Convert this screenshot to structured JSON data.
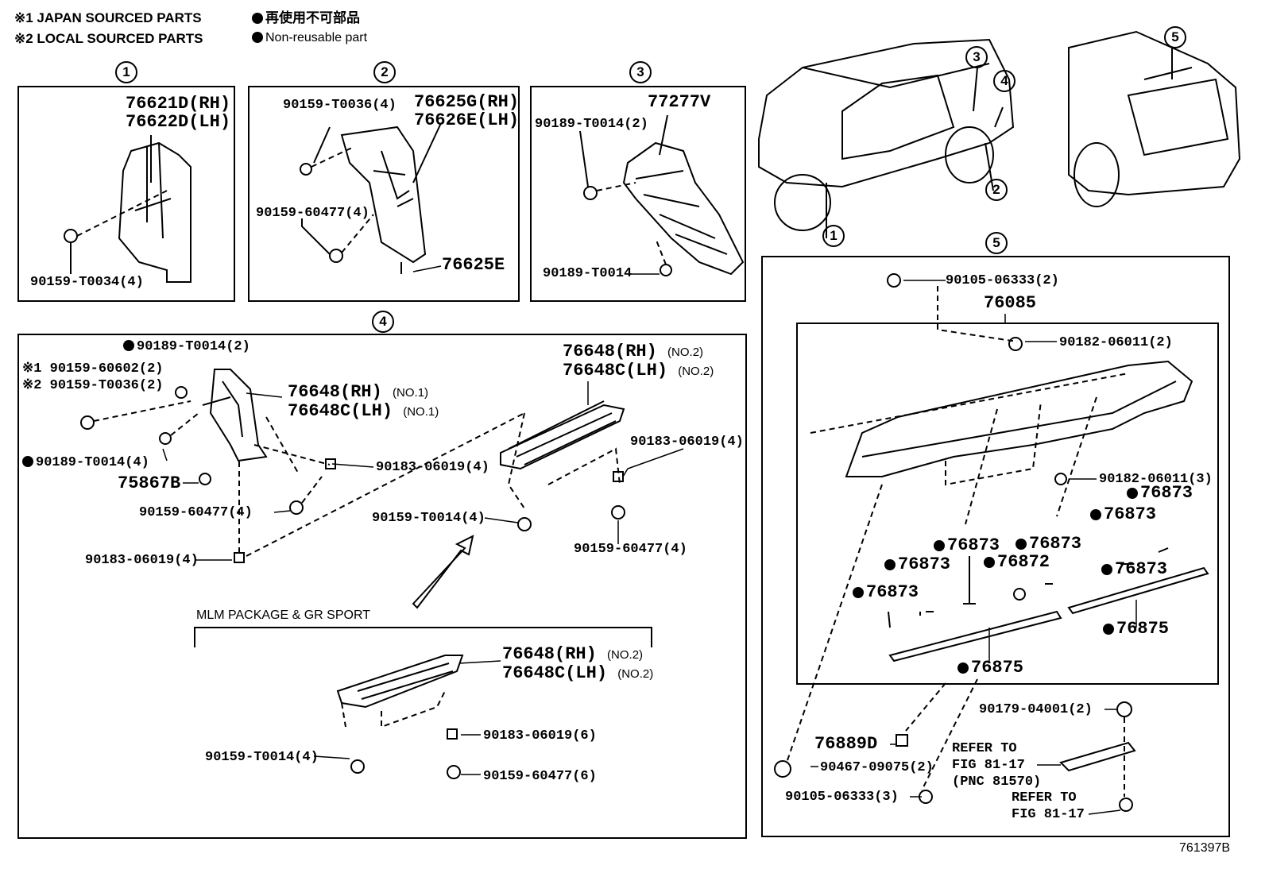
{
  "legend": {
    "note1": "※1  JAPAN SOURCED PARTS",
    "note2": "※2  LOCAL SOURCED PARTS",
    "nonreuse_jp": "再使用不可部品",
    "nonreuse_en": "Non-reusable part"
  },
  "markers": {
    "m1": "1",
    "m2": "2",
    "m3": "3",
    "m4": "4",
    "m5": "5"
  },
  "panel1": {
    "p_rh": "76621D(RH)",
    "p_lh": "76622D(LH)",
    "bolt": "90159-T0034(4)"
  },
  "panel2": {
    "bolt_a": "90159-T0036(4)",
    "p_rh": "76625G(RH)",
    "p_lh": "76626E(LH)",
    "bolt_b": "90159-60477(4)",
    "clip": "76625E"
  },
  "panel3": {
    "part": "77277V",
    "clip_a": "90189-T0014(2)",
    "clip_b": "90189-T0014"
  },
  "panel4": {
    "clip_top": "90189-T0014(2)",
    "j_bolt": "※1 90159-60602(2)",
    "l_bolt": "※2 90159-T0036(2)",
    "no1_rh": "76648(RH)",
    "no1_rh_sub": "(NO.1)",
    "no1_lh": "76648C(LH)",
    "no1_lh_sub": "(NO.1)",
    "clip_mid": "90189-T0014(4)",
    "nut_a": "90183-06019(4)",
    "clip_75867": "75867B",
    "bolt_60477": "90159-60477(4)",
    "nut_b": "90183-06019(4)",
    "no2_rh": "76648(RH)",
    "no2_rh_sub": "(NO.2)",
    "no2_lh": "76648C(LH)",
    "no2_lh_sub": "(NO.2)",
    "nut_c": "90183-06019(4)",
    "bolt_t0014": "90159-T0014(4)",
    "bolt_60477b": "90159-60477(4)",
    "pkg_title": "MLM PACKAGE & GR SPORT",
    "pkg_rh": "76648(RH)",
    "pkg_rh_sub": "(NO.2)",
    "pkg_lh": "76648C(LH)",
    "pkg_lh_sub": "(NO.2)",
    "pkg_nut": "90183-06019(6)",
    "pkg_bolt_a": "90159-T0014(4)",
    "pkg_bolt_b": "90159-60477(6)"
  },
  "panel5": {
    "nut_top": "90105-06333(2)",
    "spoiler": "76085",
    "grom_a": "90182-06011(2)",
    "grom_b": "90182-06011(3)",
    "tape1": "76873",
    "tape2": "76873",
    "tape3": "76873",
    "tape4": "76873",
    "tape5": "76873",
    "tape6": "76873",
    "tape7": "76873",
    "pad": "76872",
    "strip_a": "76875",
    "strip_b": "76875",
    "clip_d": "76889D",
    "bolt_nut": "90467-09075(2)",
    "screw_a": "90179-04001(2)",
    "nut_bottom": "90105-06333(3)",
    "refer1_a": "REFER TO",
    "refer1_b": "FIG 81-17",
    "refer1_c": "(PNC 81570)",
    "refer2_a": "REFER TO",
    "refer2_b": "FIG 81-17"
  },
  "footer_code": "761397B"
}
